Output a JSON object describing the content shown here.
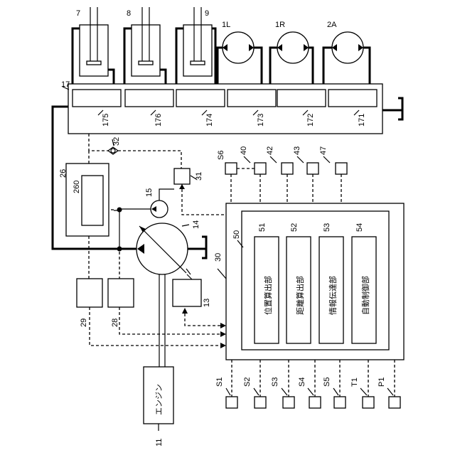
{
  "labels": {
    "cyl_7": "7",
    "cyl_8": "8",
    "cyl_9": "9",
    "mot_1L": "1L",
    "mot_1R": "1R",
    "mot_2A": "2A",
    "valve_block": "17",
    "v175": "175",
    "v176": "176",
    "v174": "174",
    "v173": "173",
    "v172": "172",
    "v171": "171",
    "ctrl_26": "26",
    "ctrl_260": "260",
    "check_32": "32",
    "valve_31": "31",
    "pilot_15": "15",
    "pump_14": "14",
    "reg_13": "13",
    "s29": "29",
    "s28": "28",
    "engine_11": "11",
    "engine_text": "エンジン",
    "line_30": "30",
    "ctrl_50": "50",
    "m51": "51",
    "m52": "52",
    "m53": "53",
    "m54": "54",
    "m51_text": "位置算出部",
    "m52_text": "距離算出部",
    "m53_text": "情報伝達部",
    "m54_text": "自動制御部",
    "s_S6": "S6",
    "s_40": "40",
    "s_42": "42",
    "s_43": "43",
    "s_47": "47",
    "s_S1": "S1",
    "s_S2": "S2",
    "s_S3": "S3",
    "s_S4": "S4",
    "s_S5": "S5",
    "s_T1": "T1",
    "s_P1": "P1"
  }
}
